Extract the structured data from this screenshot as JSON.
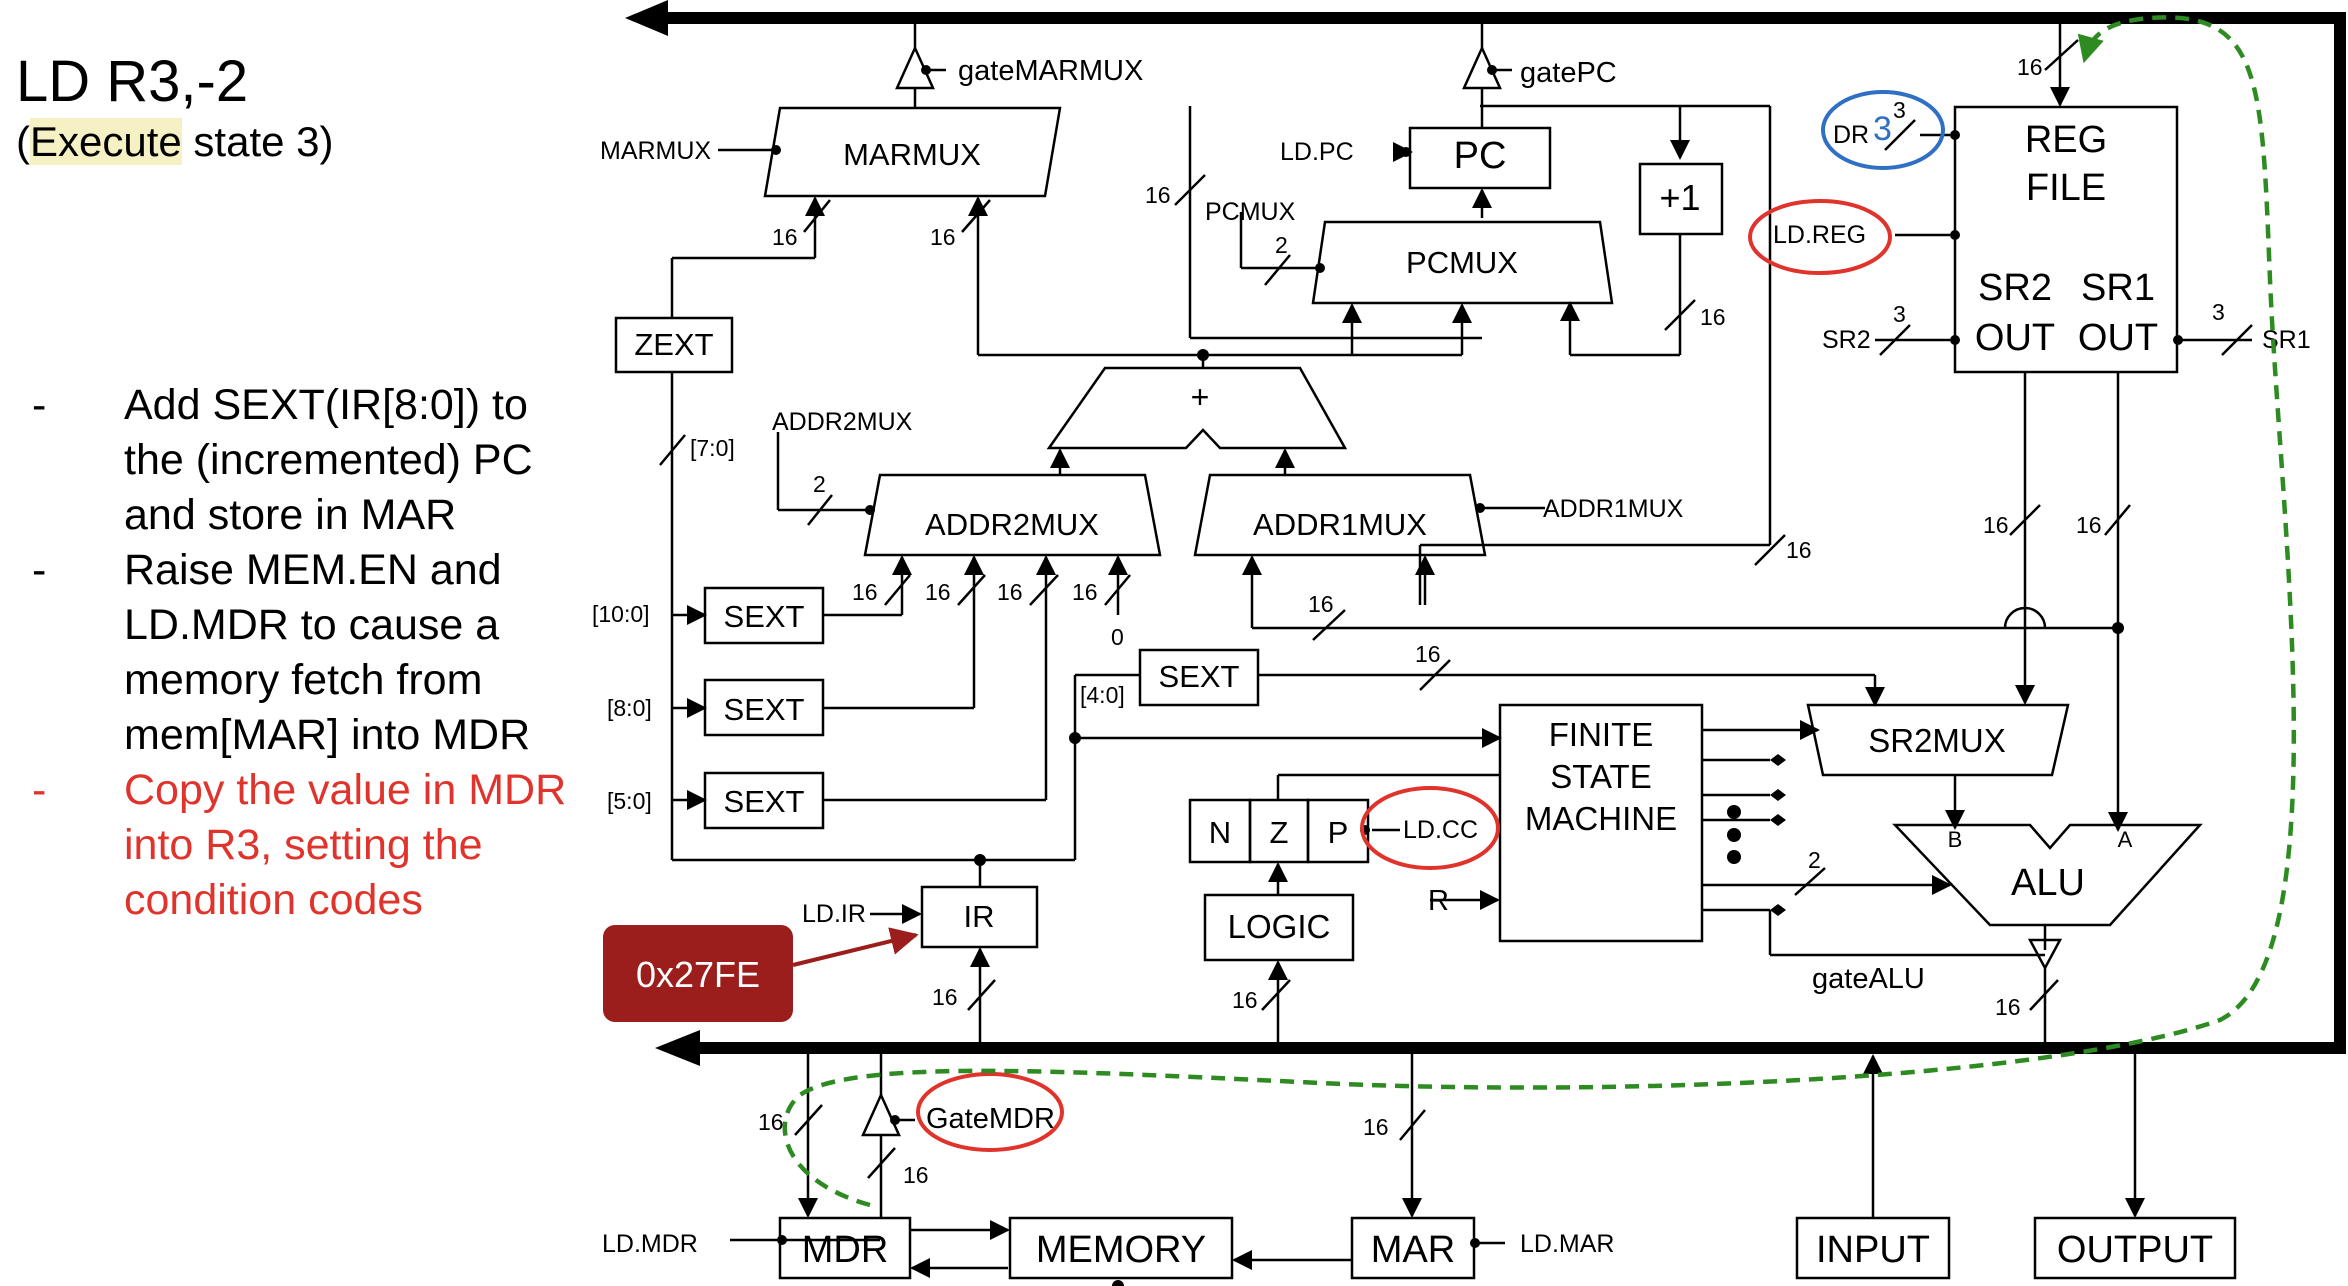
{
  "slide": {
    "title": "LD R3,-2",
    "subtitle_pre": "(",
    "subtitle_hl": "Execute",
    "subtitle_post": " state 3)"
  },
  "steps": [
    {
      "dash": "-",
      "text": "Add SEXT(IR[8:0]) to the (incremented) PC and store in MAR",
      "current": false
    },
    {
      "dash": "-",
      "text": "Raise MEM.EN and LD.MDR to cause a memory fetch from mem[MAR] into MDR",
      "current": false
    },
    {
      "dash": "-",
      "text": "Copy the value in MDR into R3, setting the condition codes",
      "current": true
    }
  ],
  "diagram": {
    "blocks": {
      "marmux": "MARMUX",
      "pc": "PC",
      "plus1": "+1",
      "pcmux": "PCMUX",
      "regfile_1": "REG",
      "regfile_2": "FILE",
      "sr2out_1": "SR2",
      "sr1out_1": "SR1",
      "sr2out_2": "OUT",
      "sr1out_2": "OUT",
      "zext": "ZEXT",
      "adder": "+",
      "addr2mux": "ADDR2MUX",
      "addr1mux": "ADDR1MUX",
      "sext_10": "SEXT",
      "sext_8": "SEXT",
      "sext_5": "SEXT",
      "sext_4": "SEXT",
      "fsm_1": "FINITE",
      "fsm_2": "STATE",
      "fsm_3": "MACHINE",
      "sr2mux": "SR2MUX",
      "alu": "ALU",
      "alu_b": "B",
      "alu_a": "A",
      "n": "N",
      "z": "Z",
      "p": "P",
      "logic": "LOGIC",
      "ir": "IR",
      "mdr": "MDR",
      "memory": "MEMORY",
      "mar": "MAR",
      "input": "INPUT",
      "output": "OUTPUT"
    },
    "signals": {
      "gate_marmux": "gateMARMUX",
      "gate_pc": "gatePC",
      "marmux_sel": "MARMUX",
      "ld_pc": "LD.PC",
      "pcmux_sel": "PCMUX",
      "addr2mux_sel": "ADDR2MUX",
      "addr1mux_sel": "ADDR1MUX",
      "dr": "DR",
      "ld_reg": "LD.REG",
      "sr2": "SR2",
      "sr1": "SR1",
      "ld_cc": "LD.CC",
      "r": "R",
      "ld_ir": "LD.IR",
      "gate_alu": "gateALU",
      "gate_mdr": "GateMDR",
      "ld_mdr": "LD.MDR",
      "ld_mar": "LD.MAR"
    },
    "widths": {
      "w16": "16",
      "w2": "2",
      "w3": "3",
      "bits_7_0": "[7:0]",
      "bits_10_0": "[10:0]",
      "bits_8_0": "[8:0]",
      "bits_5_0": "[5:0]",
      "bits_4_0": "[4:0]",
      "zero": "0"
    },
    "dr_value": "3",
    "ir_value": "0x27FE",
    "colors": {
      "highlight_red": "#e0332b",
      "highlight_blue": "#2f6fc4",
      "dataflow_green": "#2e8b22",
      "callout_fill": "#9b1e1c"
    }
  }
}
